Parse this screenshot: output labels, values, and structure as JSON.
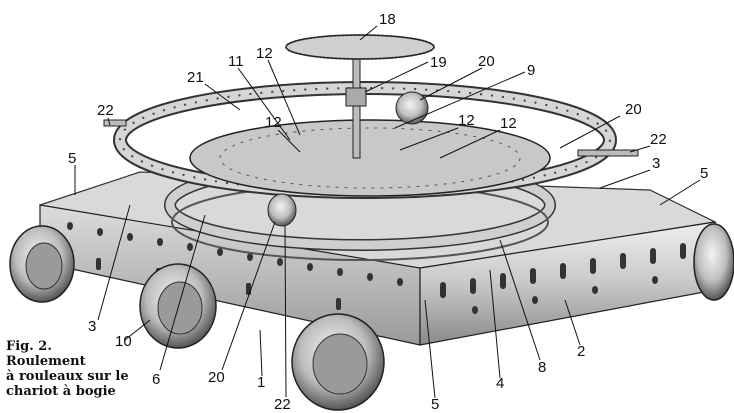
{
  "figure": {
    "caption": {
      "line1": "Fig. 2.",
      "line2": "Roulement",
      "line3": "à rouleaux sur le",
      "line4": "chariot à bogie"
    },
    "callouts": [
      "18",
      "19",
      "20",
      "9",
      "21",
      "11",
      "12",
      "20",
      "22",
      "12",
      "12",
      "12",
      "22",
      "5",
      "3",
      "5",
      "3",
      "10",
      "6",
      "20",
      "1",
      "22",
      "4",
      "8",
      "2",
      "5"
    ]
  }
}
